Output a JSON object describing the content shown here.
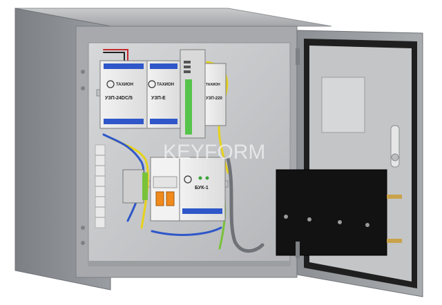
{
  "product_image": {
    "modules": {
      "uzp_24dc": {
        "brand": "ТАХИОН",
        "label": "УЗП-24DC/5"
      },
      "uzp_e": {
        "brand": "ТАХИОН",
        "label": "УЗП-Е"
      },
      "uzp_220": {
        "brand": "ТАХИОН",
        "label": "УЗП-220"
      },
      "buk_1": {
        "label": "БУК-1"
      }
    },
    "watermark": "KEYFORM"
  }
}
